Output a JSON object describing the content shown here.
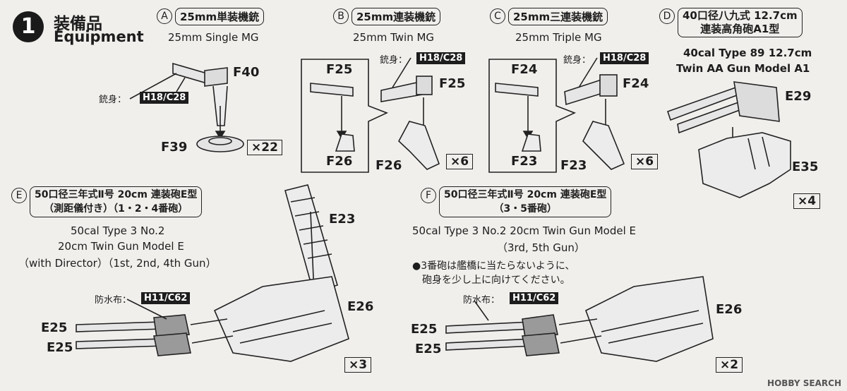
{
  "step": {
    "number": "1",
    "title_jp": "装備品",
    "title_en": "Equipment"
  },
  "sections": {
    "A": {
      "letter": "A",
      "name_jp": "25mm単装機銃",
      "name_en": "25mm Single MG",
      "barrel_label": "銃身：",
      "paint": "H18/C28",
      "parts": [
        "F40",
        "F39"
      ],
      "qty": "×22"
    },
    "B": {
      "letter": "B",
      "name_jp": "25mm連装機銃",
      "name_en": "25mm Twin MG",
      "barrel_label": "銃身：",
      "paint": "H18/C28",
      "parts": [
        "F25",
        "F26",
        "F25",
        "F26"
      ],
      "qty": "×6"
    },
    "C": {
      "letter": "C",
      "name_jp": "25mm三連装機銃",
      "name_en": "25mm Triple MG",
      "barrel_label": "銃身：",
      "paint": "H18/C28",
      "parts": [
        "F24",
        "F23",
        "F24",
        "F23"
      ],
      "qty": "×6"
    },
    "D": {
      "letter": "D",
      "name_jp_1": "40口径八九式 12.7cm",
      "name_jp_2": "連装高角砲A1型",
      "name_en_1": "40cal Type 89 12.7cm",
      "name_en_2": "Twin AA Gun Model A1",
      "parts": [
        "E29",
        "E35"
      ],
      "qty": "×4"
    },
    "E": {
      "letter": "E",
      "name_jp_1": "50口径三年式Ⅱ号 20cm 連装砲E型",
      "name_jp_2": "（測距儀付き）（1・2・4番砲）",
      "name_en_1": "50cal Type 3 No.2",
      "name_en_2": "20cm Twin Gun Model E",
      "name_en_3": "（with Director）（1st, 2nd, 4th Gun）",
      "cloth_label": "防水布：",
      "paint": "H11/C62",
      "parts": [
        "E23",
        "E26",
        "E25",
        "E25"
      ],
      "qty": "×3"
    },
    "F": {
      "letter": "F",
      "name_jp_1": "50口径三年式Ⅱ号 20cm 連装砲E型",
      "name_jp_2": "（3・5番砲）",
      "name_en_1": "50cal Type 3 No.2 20cm Twin Gun Model E",
      "name_en_2": "（3rd, 5th Gun）",
      "note_1": "●3番砲は艦橋に当たらないように、",
      "note_2": "砲身を少し上に向けてください。",
      "cloth_label": "防水布：",
      "paint": "H11/C62",
      "parts": [
        "E26",
        "E25",
        "E25"
      ],
      "qty": "×2"
    }
  },
  "watermark": "HOBBY SEARCH"
}
